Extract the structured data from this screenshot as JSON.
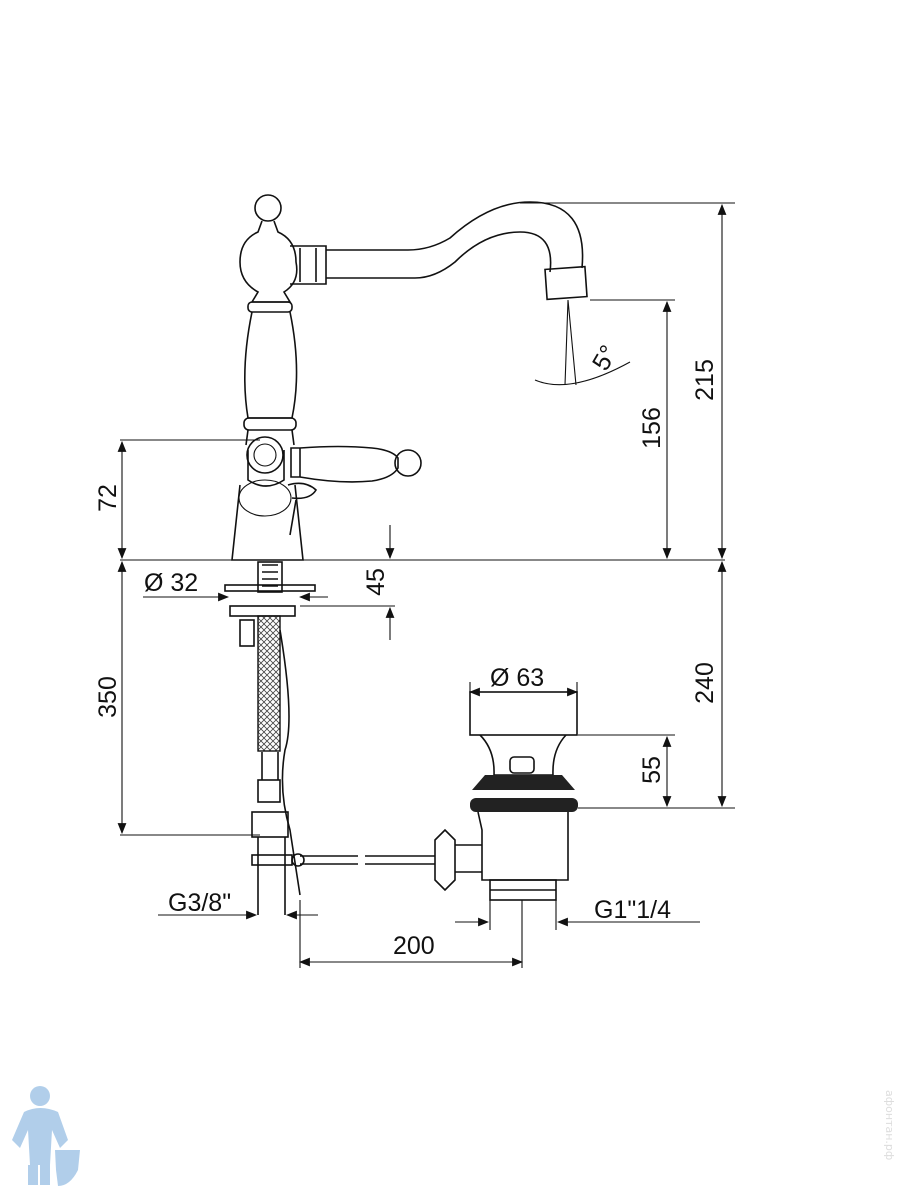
{
  "drawing": {
    "title": "Faucet with pop-up waste - dimension drawing",
    "dimensions": {
      "total_height": "215",
      "spout_outlet_height": "156",
      "handle_height": "72",
      "angle": "5°",
      "base_diameter": "Ø 32",
      "deck_thickness": "45",
      "hose_length": "350",
      "waste_depth": "240",
      "waste_diameter": "Ø 63",
      "waste_flange_height": "55",
      "inlet_thread": "G3/8\"",
      "waste_thread": "G1\"1/4",
      "rod_distance": "200"
    }
  },
  "watermark": "афонтан.рф",
  "colors": {
    "line": "#111111",
    "background": "#ffffff",
    "logo": "#9ec3e6"
  }
}
